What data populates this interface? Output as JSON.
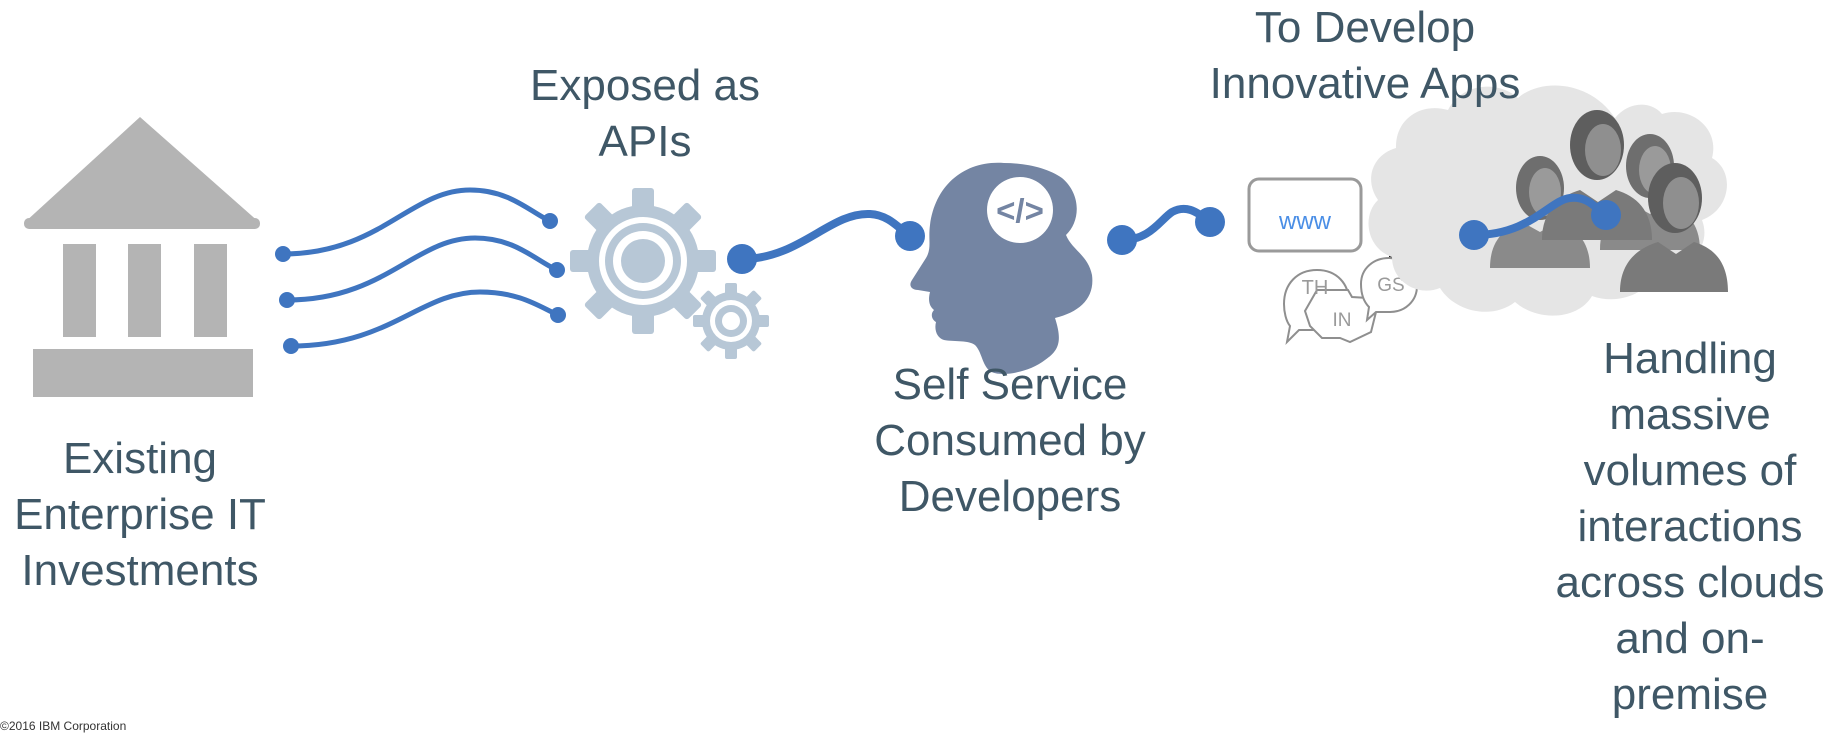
{
  "diagram": {
    "stages": [
      {
        "id": "enterprise-it",
        "icon": "bank-building-icon",
        "lines": [
          "Existing",
          "Enterprise IT",
          "Investments"
        ]
      },
      {
        "id": "apis",
        "icon": "gears-icon",
        "lines": [
          "Exposed as",
          "APIs"
        ]
      },
      {
        "id": "developers",
        "icon": "developer-head-icon",
        "lines": [
          "Self Service",
          "Consumed by",
          "Developers"
        ]
      },
      {
        "id": "apps",
        "icon": "apps-devices-icon",
        "lines": [
          "To Develop",
          "Innovative Apps"
        ]
      },
      {
        "id": "users",
        "icon": "users-cloud-icon",
        "lines": [
          "Handling",
          "massive",
          "volumes of",
          "interactions",
          "across clouds",
          "and on-",
          "premise"
        ]
      }
    ],
    "icon_texts": {
      "code_symbol": "</>",
      "www": "www",
      "bubble_th": "TH",
      "bubble_in": "IN",
      "bubble_gs": "GS"
    },
    "copyright": "©2016 IBM Corporation"
  },
  "colors": {
    "connector": "#3f75c0",
    "label_text": "#3f5766",
    "bank_gray": "#b4b4b4",
    "gear_blue": "#b7c7d6",
    "developer_slate": "#7485a3",
    "cloud_gray": "#e5e5e5",
    "www_blue": "#4a8ee6"
  }
}
